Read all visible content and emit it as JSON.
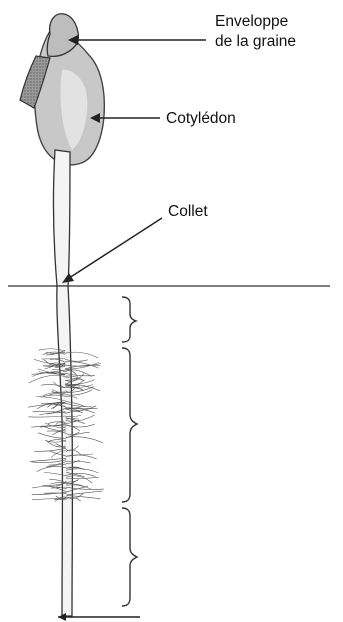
{
  "labels": {
    "seed_coat_line1": "Enveloppe",
    "seed_coat_line2": "de la graine",
    "cotyledon": "Cotylédon",
    "collar": "Collet"
  }
}
